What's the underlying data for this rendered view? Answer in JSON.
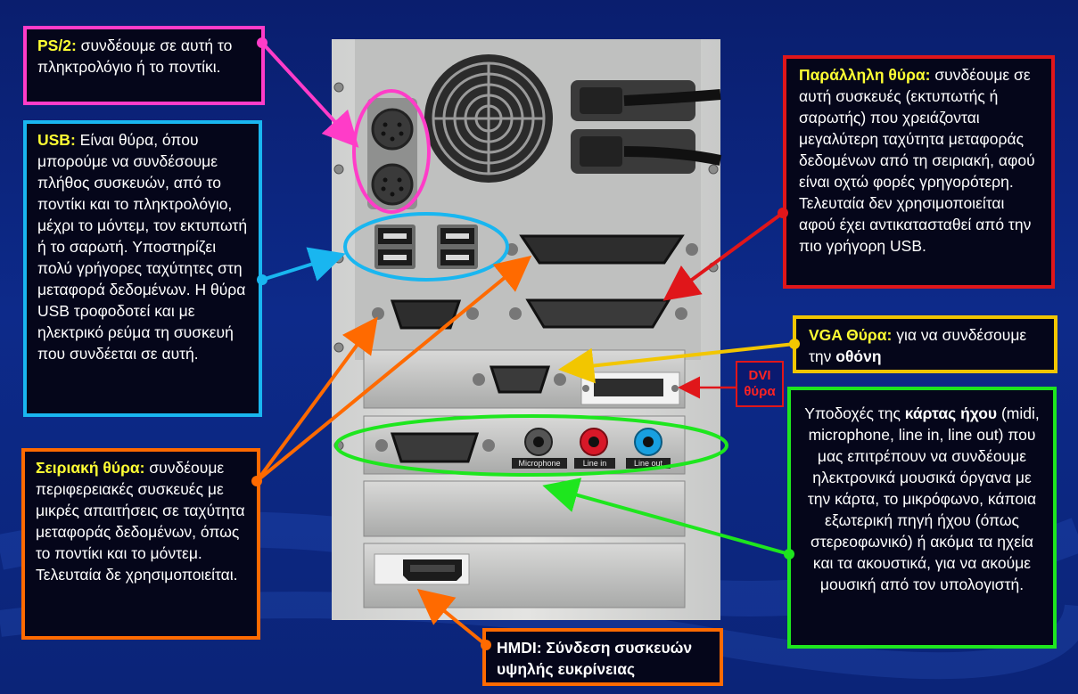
{
  "labels": {
    "ps2": {
      "key": "PS/2:",
      "text": " συνδέουμε σε αυτή το πληκτρολόγιο ή το ποντίκι."
    },
    "usb": {
      "key": "USB:",
      "text": " Είναι θύρα, όπου μπορούμε να συνδέσουμε πλήθος συσκευών, από το ποντίκι και το πληκτρολόγιο, μέχρι το μόντεμ, τον εκτυπωτή ή το σαρωτή. Υποστηρίζει πολύ γρήγορες ταχύτητες στη μεταφορά δεδομένων. Η θύρα USB τροφοδοτεί και με ηλεκτρικό ρεύμα τη συσκευή που συνδέεται σε αυτή."
    },
    "serial": {
      "key": "Σειριακή θύρα:",
      "text": " συνδέουμε περιφερειακές συσκευές με μικρές απαιτήσεις σε ταχύτητα μεταφοράς δεδομένων, όπως το ποντίκι και το μόντεμ. Τελευταία δε χρησιμοποιείται."
    },
    "parallel": {
      "key": "Παράλληλη θύρα:",
      "text": " συνδέουμε σε αυτή συσκευές (εκτυπωτής ή σαρωτής) που χρειάζονται μεγαλύτερη ταχύτητα μεταφοράς δεδομένων από τη σειριακή, αφού είναι οχτώ φορές γρηγορότερη. Τελευταία δεν χρησιμοποιείται αφού έχει αντικατασταθεί από την πιο γρήγορη USB."
    },
    "vga": {
      "key": "VGA Θύρα:",
      "text1": " για να συνδέσουμε την ",
      "bold": "οθόνη"
    },
    "dvi": {
      "line1": "DVI",
      "line2": "θύρα"
    },
    "sound": {
      "text1": "Υποδοχές της ",
      "bold": "κάρτας ήχου",
      "text2": " (midi, microphone, line in, line out) που μας επιτρέπουν να συνδέουμε ηλεκτρονικά μουσικά όργανα με την κάρτα, το μικρόφωνο, κάποια εξωτερική πηγή ήχου (όπως στερεοφωνικό) ή ακόμα τα ηχεία και τα ακουστικά, για να ακούμε μουσική από τον υπολογιστή."
    },
    "hdmi": {
      "key": "HMDI: Σύνδεση συσκευών υψηλής ευκρίνειας"
    }
  },
  "panel_labels": {
    "microphone": "Microphone",
    "line_in": "Line in",
    "line_out": "Line out"
  },
  "colors": {
    "ps2": "#ff3cc8",
    "usb": "#19b6f0",
    "serial": "#ff6a00",
    "parallel": "#e0161a",
    "vga": "#f2c600",
    "sound": "#1ee61e",
    "hdmi": "#ff6a00",
    "key": "#ffff33"
  }
}
